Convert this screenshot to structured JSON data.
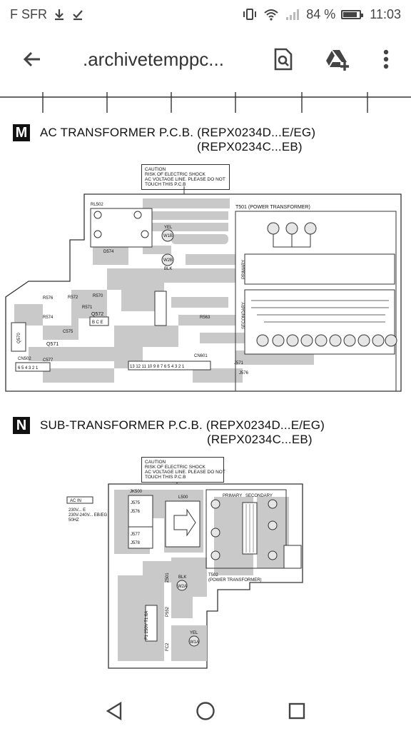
{
  "status_bar": {
    "carrier": "F SFR",
    "battery_percent": "84 %",
    "battery_level": 0.84,
    "time": "11:03",
    "left_icons": [
      "download-icon",
      "check-download-icon"
    ],
    "right_icons": [
      "vibrate-icon",
      "wifi-icon",
      "signal-icon",
      "battery-icon"
    ]
  },
  "app_bar": {
    "title": ".archivetemppc...",
    "icons": [
      "back-arrow-icon",
      "search-document-icon",
      "add-to-drive-icon",
      "more-vert-icon"
    ]
  },
  "section_m": {
    "letter": "M",
    "title_line1": "AC TRANSFORMER P.C.B. (REPX0234D...E/EG)",
    "title_line2": "(REPX0234C...EB)",
    "caution": [
      "CAUTION",
      "RISK OF ELECTRIC SHOCK",
      "AC VOLTAGE LINE. PLEASE DO NOT",
      "TOUCH THIS P.C.B"
    ],
    "labels": {
      "t501": "T501 (POWER TRANSFORMER)",
      "rl502": "RL502",
      "primary": "PRIMARY",
      "secondary": "SECONDARY",
      "yel": "YEL",
      "w1b": "W1B",
      "w2b": "W2B",
      "blk": "BLK",
      "q572": "Q572",
      "q571": "Q571",
      "cn601": "CN601",
      "cn502": "CN502",
      "q570": "Q570",
      "r576": "R576",
      "r572": "R572",
      "r574": "R574",
      "r571": "R571",
      "r570": "R570",
      "r563": "R563",
      "j571": "J571",
      "j576": "J576",
      "d574": "D574",
      "c577": "C577",
      "c575": "C575",
      "bce": "B C E",
      "cn601_pins": "13 12 11 10 9 8 7 6 5 4 3 2 1",
      "cn502_pins": "6 5 4 3 2 1"
    }
  },
  "section_n": {
    "letter": "N",
    "title_line1": "SUB-TRANSFORMER P.C.B. (REPX0234D...E/EG)",
    "title_line2": "(REPX0234C...EB)",
    "caution": [
      "CAUTION",
      "RISK OF ELECTRIC SHOCK",
      "AC VOLTAGE LINE. PLEASE DO NOT",
      "TOUCH THIS P.C.B"
    ],
    "ac_in": {
      "label": "AC IN",
      "lines": [
        "230V... E",
        "230V-240V... EB/EG",
        "50HZ"
      ]
    },
    "labels": {
      "jk500": "JK500",
      "j575": "J575",
      "j576": "J576",
      "j577": "J577",
      "j578": "J578",
      "l500": "L500",
      "primary": "PRIMARY",
      "secondary": "SECONDARY",
      "t502_line1": "T502",
      "t502_line2": "(POWER TRANSFORMER)",
      "z501": "Z501",
      "blk": "BLK",
      "w2a": "W2A",
      "yel": "YEL",
      "w1a": "W1A",
      "f1": "F1 250V T1.6A",
      "p552": "P552",
      "fc2": "FC2"
    }
  },
  "nav_bar": {
    "icons": [
      "back-triangle-icon",
      "home-circle-icon",
      "recents-square-icon"
    ]
  }
}
